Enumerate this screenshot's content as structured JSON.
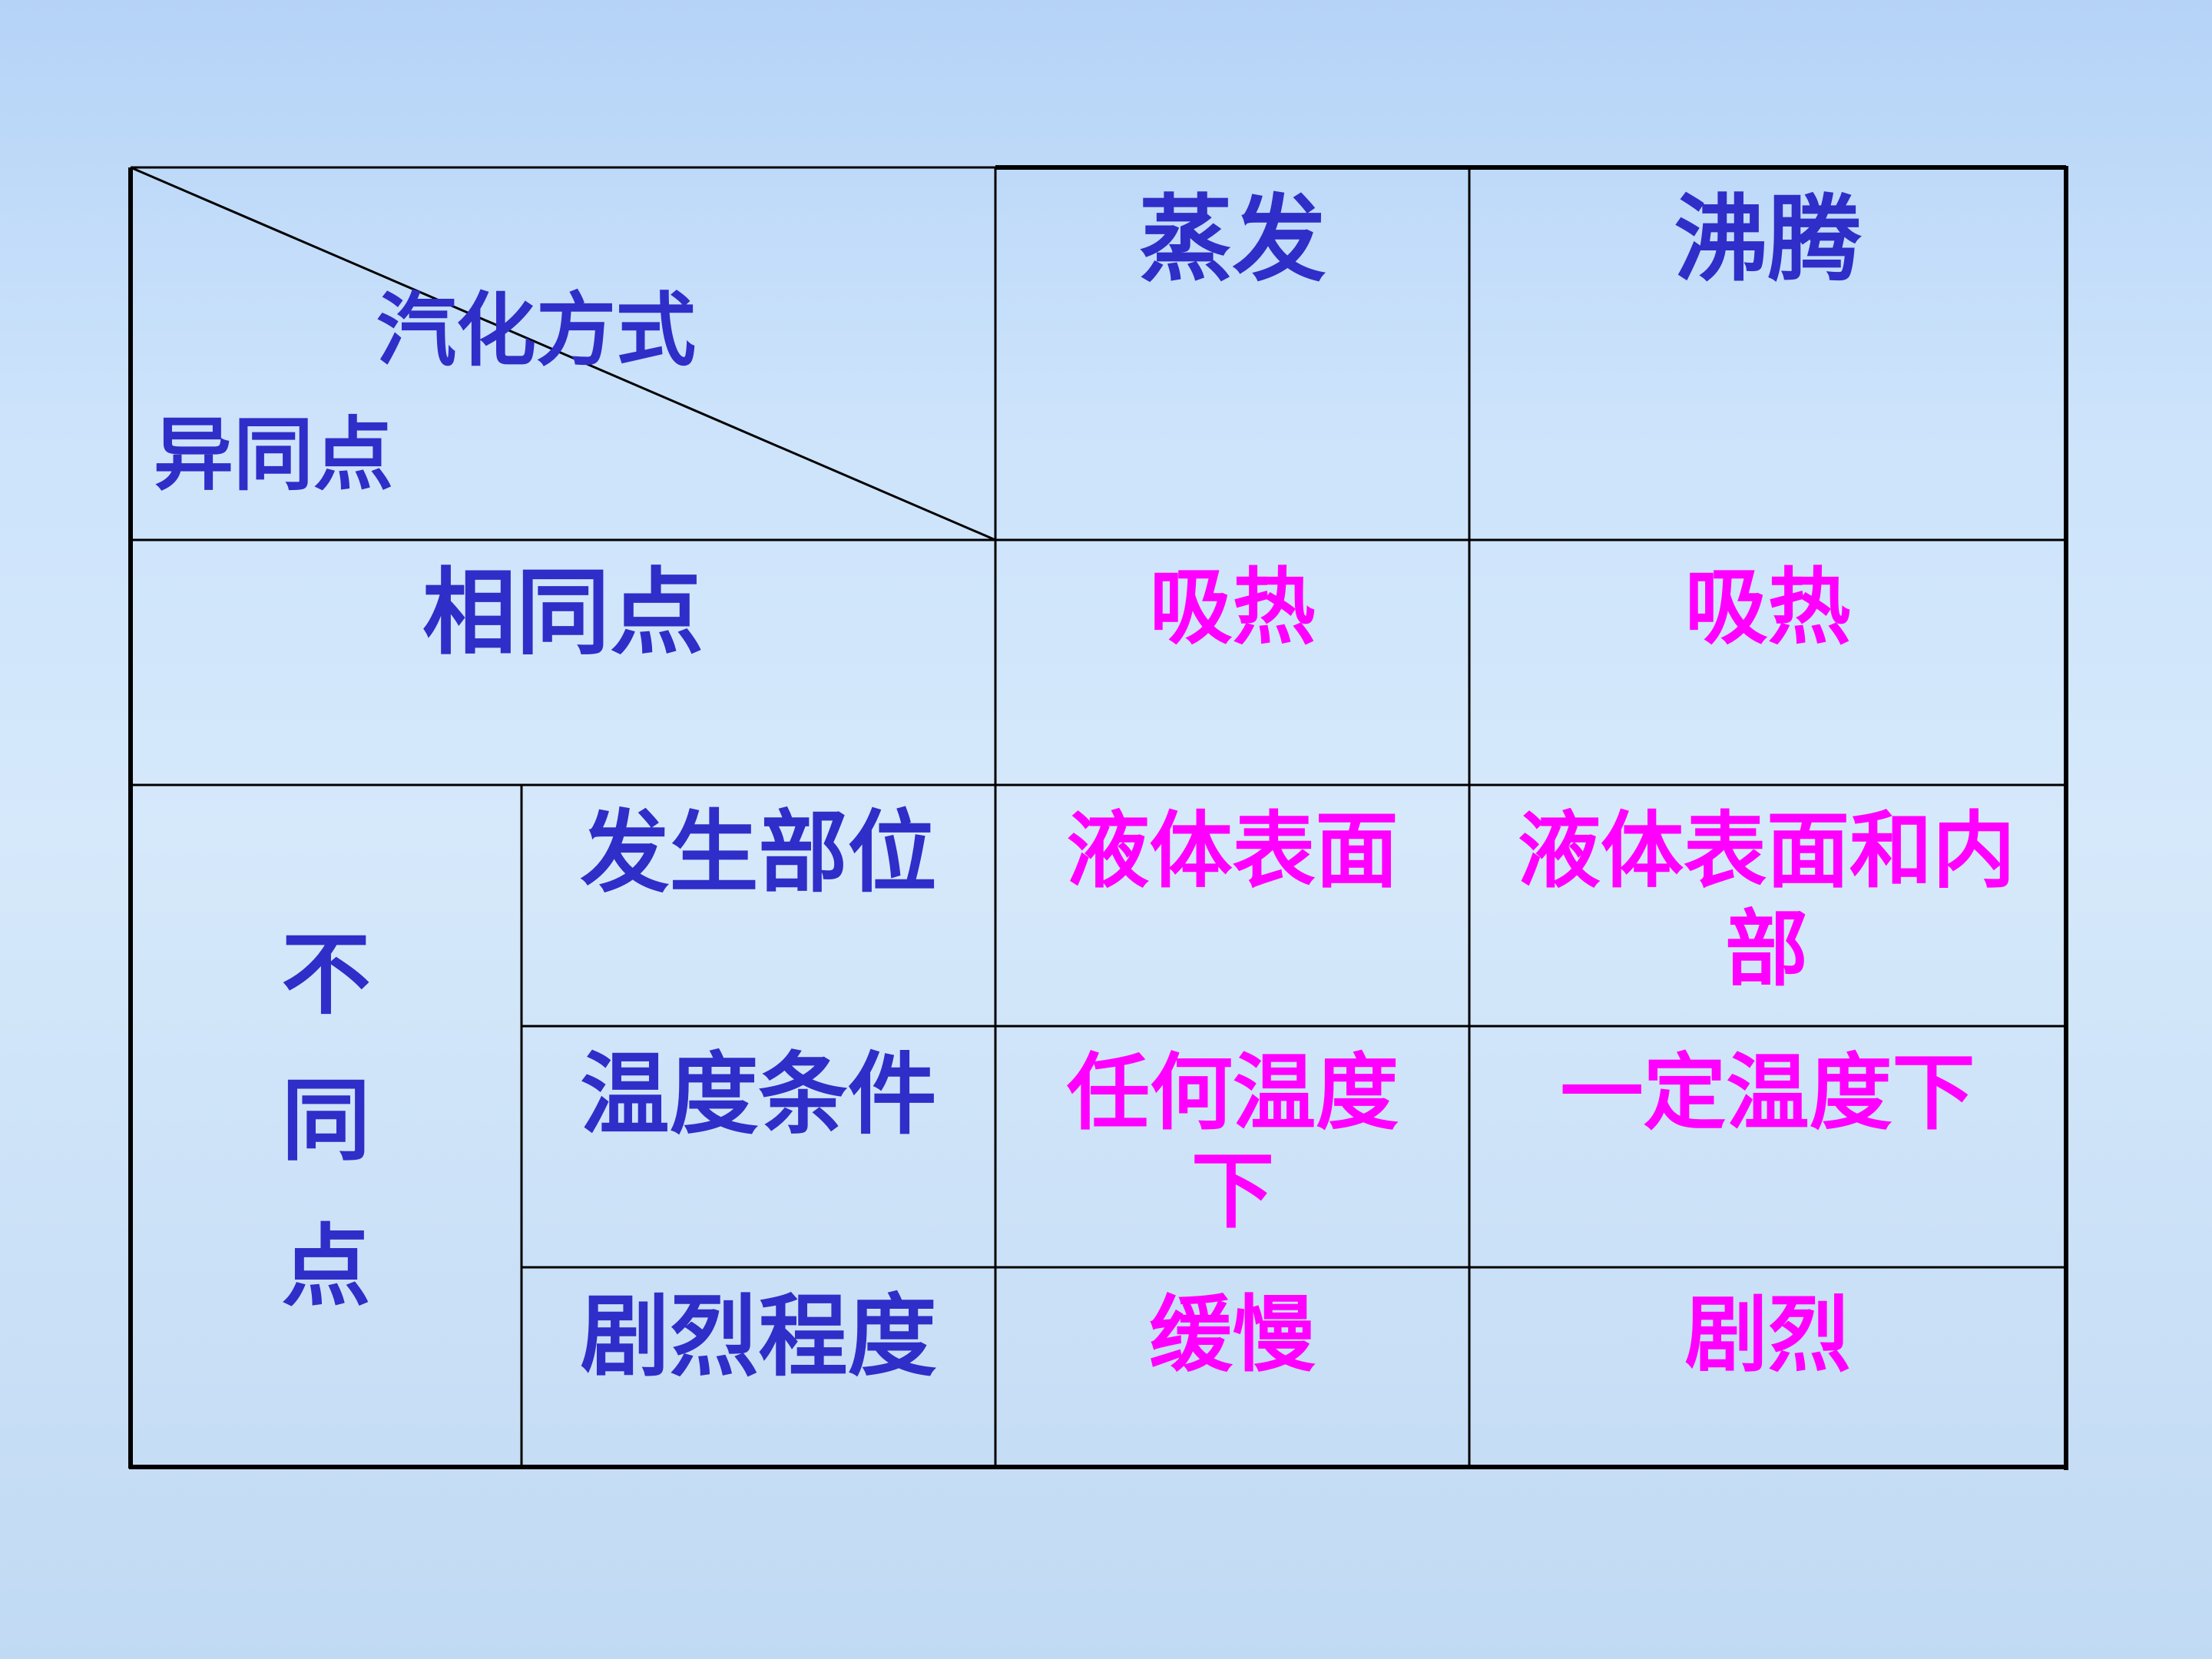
{
  "table": {
    "corner_top": "汽化方式",
    "corner_bottom": "异同点",
    "col_headers": [
      "蒸发",
      "沸腾"
    ],
    "same_label": "相同点",
    "same_values": [
      "吸热",
      "吸热"
    ],
    "diff_label": [
      "不",
      "同",
      "点"
    ],
    "rows": [
      {
        "label": "发生部位",
        "evaporation": "液体表面",
        "boiling": "液体表面和内部"
      },
      {
        "label": "温度条件",
        "evaporation": "任何温度下",
        "boiling": "一定温度下"
      },
      {
        "label": "剧烈程度",
        "evaporation": "缓慢",
        "boiling": "剧烈"
      }
    ]
  },
  "colors": {
    "label": "#2f2ec8",
    "value": "#ff00ff",
    "lines": "#000000"
  }
}
